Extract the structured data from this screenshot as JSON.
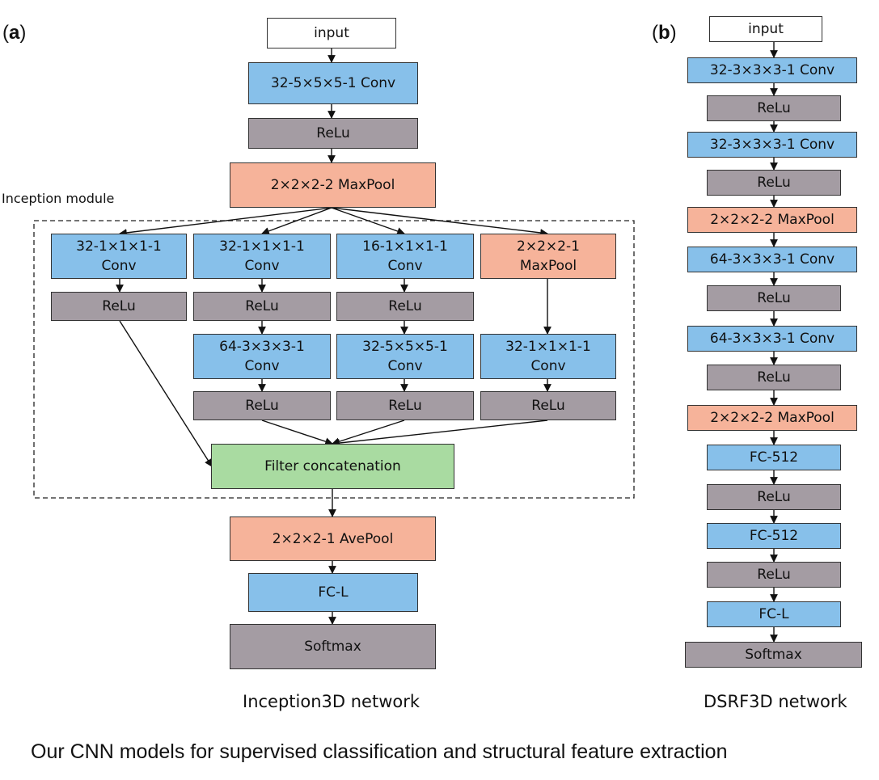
{
  "panel_a": {
    "label_open": "(",
    "label_letter": "a",
    "label_close": ")",
    "input": "input",
    "conv1": "32-5×5×5-1 Conv",
    "relu1": "ReLu",
    "maxpool1": "2×2×2-2 MaxPool",
    "inception_label": "Inception module",
    "branches": [
      {
        "top": [
          "32-1×1×1-1",
          "Conv"
        ],
        "relu1": "ReLu"
      },
      {
        "top": [
          "32-1×1×1-1",
          "Conv"
        ],
        "relu1": "ReLu",
        "mid": [
          "64-3×3×3-1",
          "Conv"
        ],
        "relu2": "ReLu"
      },
      {
        "top": [
          "16-1×1×1-1",
          "Conv"
        ],
        "relu1": "ReLu",
        "mid": [
          "32-5×5×5-1",
          "Conv"
        ],
        "relu2": "ReLu"
      },
      {
        "top": [
          "2×2×2-1",
          "MaxPool"
        ],
        "mid": [
          "32-1×1×1-1",
          "Conv"
        ],
        "relu2": "ReLu"
      }
    ],
    "concat": "Filter concatenation",
    "avepool": "2×2×2-1 AvePool",
    "fc": "FC-L",
    "softmax": "Softmax",
    "title": "Inception3D network"
  },
  "panel_b": {
    "label_open": "(",
    "label_letter": "b",
    "label_close": ")",
    "layers": [
      {
        "text": "input",
        "kind": "white"
      },
      {
        "text": "32-3×3×3-1 Conv",
        "kind": "blue"
      },
      {
        "text": "ReLu",
        "kind": "gray"
      },
      {
        "text": "32-3×3×3-1 Conv",
        "kind": "blue"
      },
      {
        "text": "ReLu",
        "kind": "gray"
      },
      {
        "text": "2×2×2-2 MaxPool",
        "kind": "salmon"
      },
      {
        "text": "64-3×3×3-1 Conv",
        "kind": "blue"
      },
      {
        "text": "ReLu",
        "kind": "gray"
      },
      {
        "text": "64-3×3×3-1 Conv",
        "kind": "blue"
      },
      {
        "text": "ReLu",
        "kind": "gray"
      },
      {
        "text": "2×2×2-2 MaxPool",
        "kind": "salmon"
      },
      {
        "text": "FC-512",
        "kind": "blue"
      },
      {
        "text": "ReLu",
        "kind": "gray"
      },
      {
        "text": "FC-512",
        "kind": "blue"
      },
      {
        "text": "ReLu",
        "kind": "gray"
      },
      {
        "text": "FC-L",
        "kind": "blue"
      },
      {
        "text": "Softmax",
        "kind": "gray"
      }
    ],
    "title": "DSRF3D network"
  },
  "caption": "Our CNN models for supervised classification and structural feature extraction",
  "colors": {
    "conv_blue": "#87c0ea",
    "relu_gray": "#a49ca3",
    "pool_salmon": "#f6b39a",
    "concat_green": "#a9dba1"
  }
}
